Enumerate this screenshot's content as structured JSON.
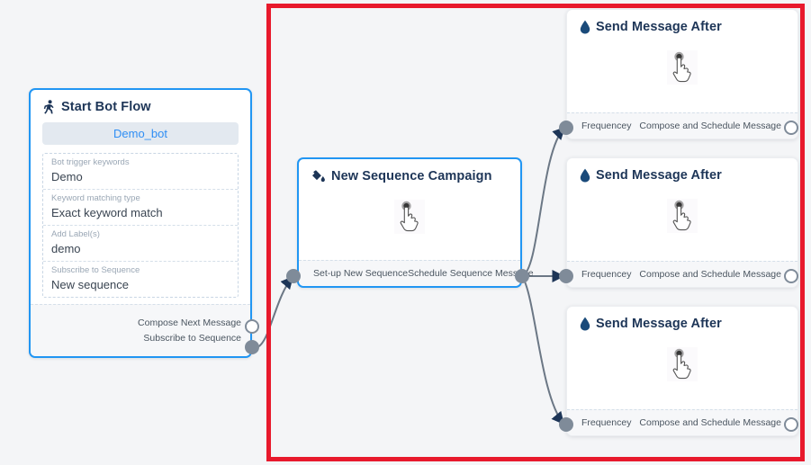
{
  "canvas": {
    "background_color": "#f4f5f7",
    "selection_rect_color": "#e8192c"
  },
  "nodes": {
    "start_bot_flow": {
      "title": "Start Bot Flow",
      "icon": "running-person-icon",
      "bot_pill": "Demo_bot",
      "fields": [
        {
          "label": "Bot trigger keywords",
          "value": "Demo"
        },
        {
          "label": "Keyword matching type",
          "value": "Exact keyword match"
        },
        {
          "label": "Add Label(s)",
          "value": "demo"
        },
        {
          "label": "Subscribe to Sequence",
          "value": "New sequence"
        }
      ],
      "ports": [
        {
          "label": "Compose Next Message",
          "style": "hollow"
        },
        {
          "label": "Subscribe to Sequence",
          "style": "filled"
        }
      ]
    },
    "new_sequence_campaign": {
      "title": "New Sequence Campaign",
      "icon": "paint-pour-icon",
      "body_icon": "hand-pointer-icon",
      "ports": [
        {
          "label": "Set-up New Sequence",
          "style": "filled"
        },
        {
          "label": "Schedule Sequence Message",
          "style": "filled"
        }
      ]
    },
    "send_message_after": [
      {
        "title": "Send Message After",
        "icon": "water-droplet-icon",
        "body_icon": "hand-pointer-icon",
        "ports": [
          {
            "label": "Frequencey",
            "style": "filled"
          },
          {
            "label": "Compose and Schedule Message",
            "style": "hollow"
          }
        ]
      },
      {
        "title": "Send Message After",
        "icon": "water-droplet-icon",
        "body_icon": "hand-pointer-icon",
        "ports": [
          {
            "label": "Frequencey",
            "style": "filled"
          },
          {
            "label": "Compose and Schedule Message",
            "style": "hollow"
          }
        ]
      },
      {
        "title": "Send Message After",
        "icon": "water-droplet-icon",
        "body_icon": "hand-pointer-icon",
        "ports": [
          {
            "label": "Frequencey",
            "style": "filled"
          },
          {
            "label": "Compose and Schedule Message",
            "style": "hollow"
          }
        ]
      }
    ]
  },
  "colors": {
    "accent_border": "#2196f3",
    "title_text": "#1d3557",
    "port": "#7f8b99",
    "connector": "#6b7785",
    "pill_bg": "#e3e9f0",
    "pill_text": "#2f8ef4",
    "droplet": "#1a4a7a"
  }
}
